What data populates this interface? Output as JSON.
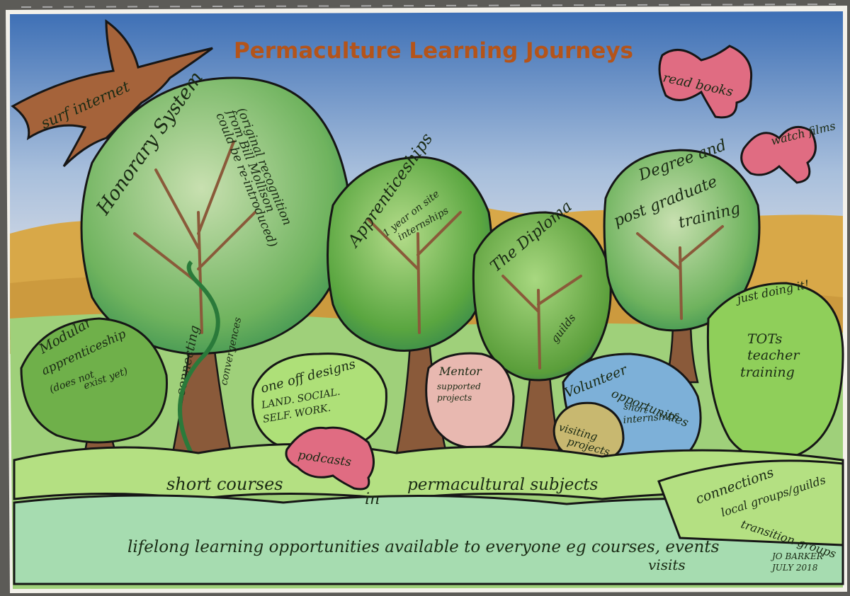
{
  "title": "Permaculture Learning Journeys",
  "labels": {
    "surf_internet": "surf internet",
    "honorary_system": "Honorary System",
    "honorary_note_1": "(original recognition",
    "honorary_note_2": "from Bill Mollison",
    "honorary_note_3": "could be re-introduced)",
    "apprenticeships": "Apprenticeships",
    "apprenticeships_note_1": "1 year on site",
    "apprenticeships_note_2": "internships",
    "diploma": "The Diploma",
    "guilds": "guilds",
    "degree_1": "Degree and",
    "degree_2": "post graduate",
    "degree_3": "training",
    "read_books": "read books",
    "watch_films": "watch films",
    "just_doing_it": "just doing it!",
    "tots_1": "TOTs",
    "tots_2": "teacher",
    "tots_3": "training",
    "modular_1": "Modular",
    "modular_2": "apprenticeship",
    "modular_3": "(does not",
    "modular_4": "exist yet)",
    "connecting": "connecting",
    "convergences": "convergences",
    "one_off_1": "one off designs",
    "one_off_2": "LAND. SOCIAL.",
    "one_off_3": "SELF. WORK.",
    "mentor_1": "Mentor",
    "mentor_2": "supported",
    "mentor_3": "projects",
    "volunteer_1": "Volunteer",
    "volunteer_2": "opportunities",
    "volunteer_3": "short",
    "volunteer_4": "internships",
    "visiting_1": "visiting",
    "visiting_2": "projects",
    "podcasts": "podcasts",
    "short_courses_1": "short courses",
    "short_courses_2": "in",
    "short_courses_3": "permacultural subjects",
    "connections_1": "connections",
    "connections_2": "local groups/guilds",
    "connections_3": "transition groups",
    "lifelong": "lifelong learning opportunities available to everyone eg courses, events",
    "visits": "visits",
    "signature_1": "JO BARKER",
    "signature_2": "JULY 2018"
  }
}
